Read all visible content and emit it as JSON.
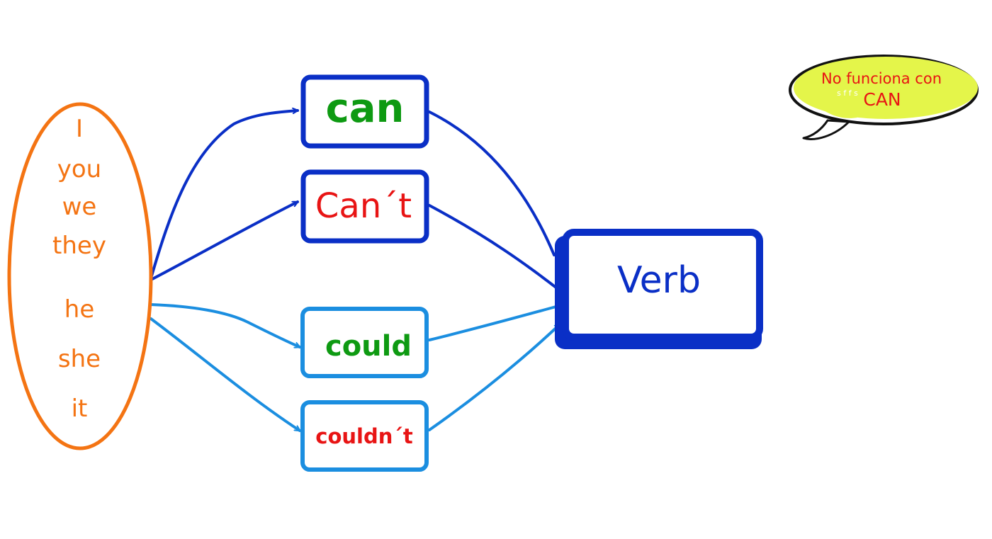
{
  "pronouns": {
    "items": [
      "I",
      "you",
      "we",
      "they",
      "he",
      "she",
      "it"
    ]
  },
  "modals": [
    {
      "label": "can",
      "text_color": "#0e9a12",
      "border_color": "#0a2fc6"
    },
    {
      "label": "Can´t",
      "text_color": "#e81414",
      "border_color": "#0a2fc6"
    },
    {
      "label": "could",
      "text_color": "#0e9a12",
      "border_color": "#1b8ee0"
    },
    {
      "label": "couldn´t",
      "text_color": "#e81414",
      "border_color": "#1b8ee0"
    }
  ],
  "verb": {
    "label": "Verb",
    "text_color": "#0a2fc6",
    "border_color": "#0a2fc6"
  },
  "note": {
    "line1": "No funciona con",
    "line2": "CAN",
    "scribble": "s f f s",
    "fill_color": "#e4f54a",
    "text_color": "#e81414"
  },
  "colors": {
    "pronoun_ellipse": "#f47413",
    "pronoun_text": "#f47413",
    "dark_blue": "#0a2fc6",
    "light_blue": "#1b8ee0",
    "note_outline": "#111111"
  }
}
